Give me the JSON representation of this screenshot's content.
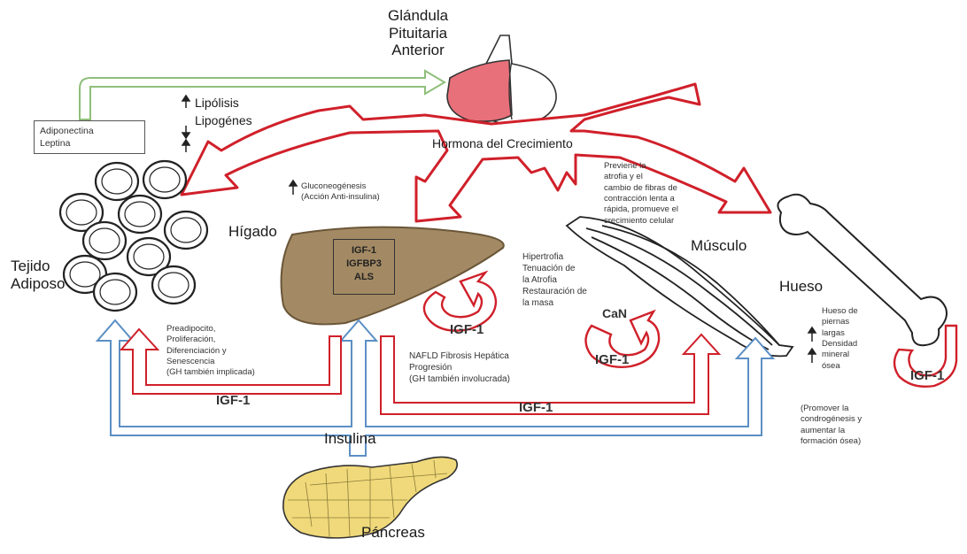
{
  "organs": {
    "pituitary": [
      "Glándula",
      "Pituitaria",
      "Anterior"
    ],
    "adipose": [
      "Tejido",
      "Adiposo"
    ],
    "liver": "Hígado",
    "muscle": "Músculo",
    "bone": "Hueso",
    "pancreas": "Páncreas"
  },
  "hormones": {
    "growth_hormone": "Hormona del Crecimiento",
    "insulin": "Insulina",
    "igf1": "IGF-1",
    "can": "CaN"
  },
  "adipokines_box": [
    "Adiponectina",
    "Leptina"
  ],
  "lipid_effects": [
    "Lipólisis",
    "Lipogénes"
  ],
  "liver_box": [
    "IGF-1",
    "IGFBP3",
    "ALS"
  ],
  "liver_effect": [
    "Gluconeogénesis",
    "(Acción Anti-insulina)"
  ],
  "muscle_gh_note": [
    "Previene la",
    "atrofia y el",
    "cambio de fibras de",
    "contracción lenta a",
    "rápida, promueve el",
    "crecimiento celular"
  ],
  "muscle_igf_note": [
    "Hipertrofia",
    "Tenuación de",
    "la Atrofia",
    "Restauración de",
    "la  masa"
  ],
  "adipose_igf_note": [
    "Preadipocito,",
    "Proliferación,",
    "Diferenciación y",
    "Senescencia",
    "(GH también implicada)"
  ],
  "liver_igf_note": [
    "NAFLD Fibrosis Hepática",
    "Progresión",
    "(GH también involucrada)"
  ],
  "bone_effects": [
    "Hueso de",
    "piernas",
    "largas",
    "Densidad",
    "mineral",
    "ósea"
  ],
  "bone_note": [
    "(Promover la",
    "condrogénesis y",
    "aumentar la",
    "formación ósea)"
  ],
  "colors": {
    "gh_arrow": "#d0202a",
    "insulin_arrow": "#5b8fc4",
    "adipokine_arrow": "#8fbf7a",
    "liver_fill": "#a38a64",
    "pancreas_fill": "#f0d97a",
    "pituitary_fill": "#e8707a"
  }
}
